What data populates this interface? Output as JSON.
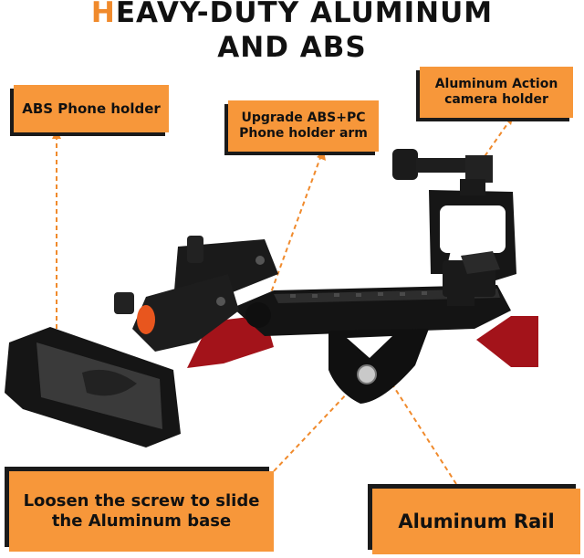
{
  "title": {
    "line1_accent": "H",
    "line1_rest": "EAVY-DUTY ALUMINUM",
    "line2": "AND ABS"
  },
  "callouts": {
    "phone_holder": "ABS Phone holder",
    "arm_line1": "Upgrade ABS+PC",
    "arm_line2": "Phone holder arm",
    "action_line1": "Aluminum Action",
    "action_line2": "camera holder",
    "screw_line1": "Loosen the screw to slide",
    "screw_line2": "the Aluminum base",
    "rail": "Aluminum Rail"
  },
  "colors": {
    "accent": "#f08a2c",
    "callout_bg": "#f7973a",
    "product_black": "#1c1c1c",
    "base_red": "#a3131a"
  }
}
